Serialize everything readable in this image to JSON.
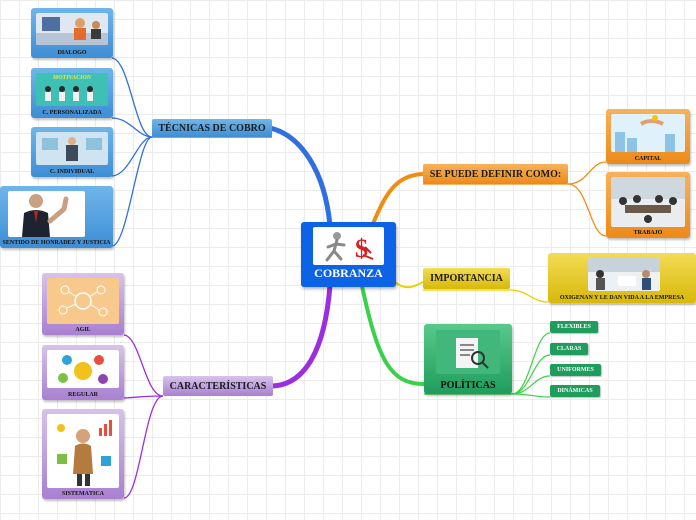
{
  "center": {
    "label": "COBRANZA"
  },
  "branches": {
    "tecnicas": {
      "label": "TÉCNICAS DE COBRO",
      "items": [
        {
          "label": "DIALOGO"
        },
        {
          "label": "C. PERSONALIZADA",
          "image_text": "MOTIVACION"
        },
        {
          "label": "C. INDIVIDUAL"
        },
        {
          "label": "SENTIDO DE HONRADEZ Y JUSTICIA"
        }
      ]
    },
    "caracteristicas": {
      "label": "CARACTERÍSTICAS",
      "items": [
        {
          "label": "ÁGIL"
        },
        {
          "label": "REGULAR"
        },
        {
          "label": "SISTEMÁTICA"
        }
      ]
    },
    "definir": {
      "label": "SE PUEDE DEFINIR COMO:",
      "items": [
        {
          "label": "CAPITAL"
        },
        {
          "label": "TRABAJO"
        }
      ]
    },
    "importancia": {
      "label": "IMPORTANCIA",
      "items": [
        {
          "label": "OXIGENAN Y LE DAN VIDA A LA EMPRESA"
        }
      ]
    },
    "politicas": {
      "label": "POLÍTICAS",
      "items": [
        {
          "label": "FLEXIBLES"
        },
        {
          "label": "CLARAS"
        },
        {
          "label": "UNIFORMES"
        },
        {
          "label": "DINÁMICAS"
        }
      ]
    }
  },
  "colors": {
    "blue": "#2f6fe0",
    "purple": "#9b2fe0",
    "orange": "#f08c10",
    "yellow": "#e8d000",
    "green": "#3ad14a",
    "center": "#0d63e6"
  }
}
